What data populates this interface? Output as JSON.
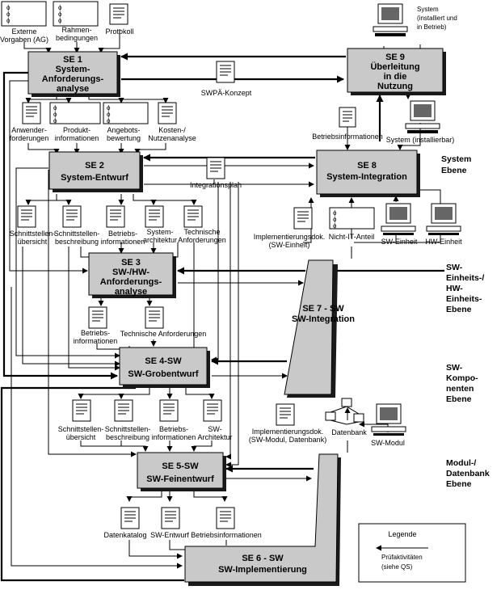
{
  "se": {
    "se1": [
      "SE 1",
      "System-",
      "Anforderungs-",
      "analyse"
    ],
    "se2": [
      "SE 2",
      "System-Entwurf"
    ],
    "se3": [
      "SE 3",
      "SW-/HW-",
      "Anforderungs-",
      "analyse"
    ],
    "se4": [
      "SE 4-SW",
      "SW-Grobentwurf"
    ],
    "se5": [
      "SE 5-SW",
      "SW-Feinentwurf"
    ],
    "se6": [
      "SE 6 - SW",
      "SW-Implementierung"
    ],
    "se7": [
      "SE 7 - SW",
      "SW-Integration"
    ],
    "se8": [
      "SE 8",
      "System-Integration"
    ],
    "se9": [
      "SE 9",
      "Überleitung",
      "in die",
      "Nutzung"
    ]
  },
  "docs": {
    "externe_vorgaben": [
      "Externe",
      "Vorgaben (AG)"
    ],
    "rahmenbedingungen": [
      "Rahmen-",
      "bedingungen"
    ],
    "protokoll": [
      "Protokoll"
    ],
    "swpae": [
      "SWPÄ-Konzept"
    ],
    "anwenderforderungen": [
      "Anwender-",
      "forderungen"
    ],
    "produktinformationen": [
      "Produkt-",
      "informationen"
    ],
    "angebotsbewertung": [
      "Angebots-",
      "bewertung"
    ],
    "kosten_nutzen": [
      "Kosten-/",
      "Nutzenanalyse"
    ],
    "integrationsplan": [
      "Integrationsplan"
    ],
    "schnittstellenuebersicht_1": [
      "Schnittstellen-",
      "übersicht"
    ],
    "schnittstellenbeschreibung_1": [
      "Schnittstellen-",
      "beschreibung"
    ],
    "betriebsinformationen_1": [
      "Betriebs-",
      "informationen"
    ],
    "systemarchitektur": [
      "System-",
      "architektur"
    ],
    "technische_anforderungen_1": [
      "Technische",
      "Anforderungen"
    ],
    "betriebsinformationen_2": [
      "Betriebs-",
      "informationen"
    ],
    "technische_anforderungen_2": [
      "Technische Anforderungen"
    ],
    "schnittstellenuebersicht_2": [
      "Schnittstellen-",
      "übersicht"
    ],
    "schnittstellenbeschreibung_2": [
      "Schnittstellen-",
      "beschreibung"
    ],
    "betriebsinformationen_3": [
      "Betriebs-",
      "informationen"
    ],
    "sw_architektur": [
      "SW-",
      "Architektur"
    ],
    "datenkatalog": [
      "Datenkatalog"
    ],
    "sw_entwurf": [
      "SW-Entwurf"
    ],
    "betriebsinformationen_4": [
      "Betriebsinformationen"
    ],
    "implementierungsdok_einheit": [
      "Implementierungsdok.",
      "(SW-Einheit)"
    ],
    "nicht_it_anteil": [
      "Nicht-IT-Anteil"
    ],
    "implementierungsdok_modul": [
      "Implementierungsdok.",
      "(SW-Modul, Datenbank)"
    ],
    "datenbank": [
      "Datenbank"
    ],
    "betriebsinformationen_8": [
      "Betriebsinformationen"
    ]
  },
  "computers": {
    "system_installiert": [
      "System",
      "(installiert und",
      "in Betrieb)"
    ],
    "system_installierbar": [
      "System (installierbar)"
    ],
    "sw_einheit": [
      "SW-Einheit"
    ],
    "hw_einheit": [
      "HW-Einheit"
    ],
    "sw_modul": [
      "SW-Modul"
    ]
  },
  "levels": {
    "system": [
      "System",
      "Ebene"
    ],
    "einheit": [
      "SW-",
      "Einheits-/",
      "HW-",
      "Einheits-",
      "Ebene"
    ],
    "komponenten": [
      "SW-",
      "Kompo-",
      "nenten",
      "Ebene"
    ],
    "modul": [
      "Modul-/",
      "Datenbank",
      "Ebene"
    ]
  },
  "legend": {
    "title": "Legende",
    "entry": [
      "Prüfaktivitäten",
      "(siehe QS)"
    ]
  }
}
